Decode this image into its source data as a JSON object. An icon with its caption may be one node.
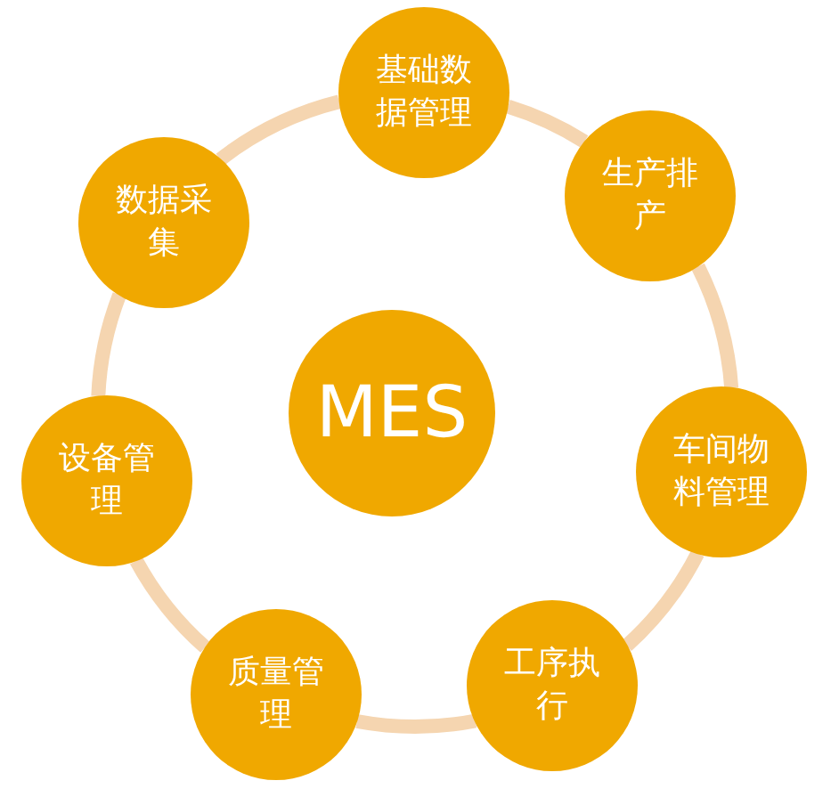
{
  "diagram": {
    "nodes": [
      {
        "text": [
          "MES"
        ]
      },
      {
        "text": [
          "基础数据管理"
        ]
      },
      {
        "text": [
          "生产排产"
        ]
      },
      {
        "text": [
          "车间物料管理"
        ]
      },
      {
        "text": [
          "工序执行"
        ]
      },
      {
        "text": [
          "质量管理"
        ]
      },
      {
        "text": [
          "设备管理"
        ]
      },
      {
        "text": [
          "数据采集"
        ]
      }
    ],
    "edges": [
      {
        "from": 1,
        "to": 2,
        "arrow": "none"
      },
      {
        "from": 2,
        "to": 3,
        "arrow": "none"
      },
      {
        "from": 3,
        "to": 4,
        "arrow": "none"
      },
      {
        "from": 4,
        "to": 5,
        "arrow": "none"
      },
      {
        "from": 5,
        "to": 6,
        "arrow": "none"
      },
      {
        "from": 6,
        "to": 7,
        "arrow": "none"
      },
      {
        "from": 7,
        "to": 1,
        "arrow": "none"
      }
    ]
  }
}
